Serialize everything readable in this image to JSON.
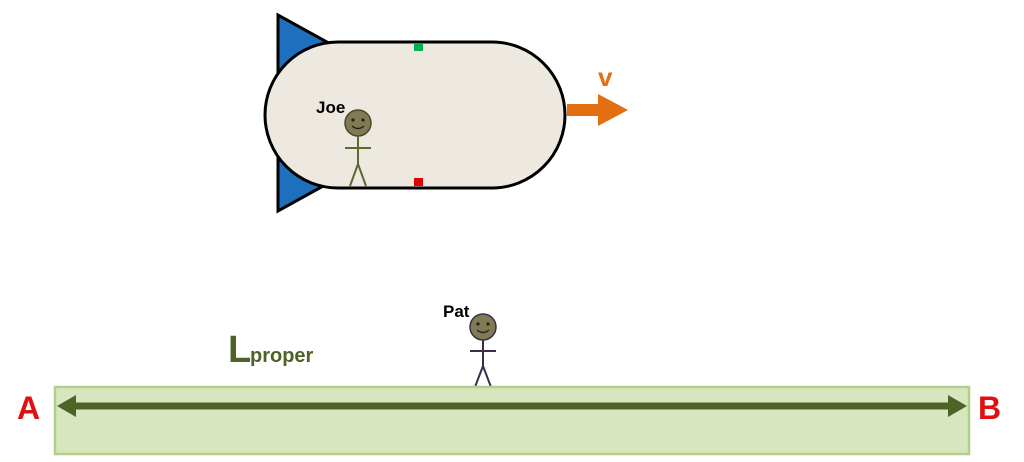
{
  "ship": {
    "passenger_label": "Joe",
    "velocity_label": "v"
  },
  "ground": {
    "observer_label": "Pat",
    "length_symbol": "L",
    "length_subscript": "proper",
    "endpoint_left": "A",
    "endpoint_right": "B"
  },
  "colors": {
    "fin": "#1f6fbf",
    "hull_fill": "#ede9e0",
    "outline": "#000000",
    "arrow_v": "#e26f10",
    "marker_top": "#00b050",
    "marker_bottom": "#e00000",
    "joe_head": "#827a53",
    "joe_body": "#5a6b2e",
    "pat_head": "#827a53",
    "pat_body": "#3a2e4a",
    "platform_fill": "#d8e6bf",
    "platform_border": "#b3cf8a",
    "length_arrow": "#4f6228",
    "endpoint_text": "#e01010",
    "length_text": "#4f6228"
  }
}
